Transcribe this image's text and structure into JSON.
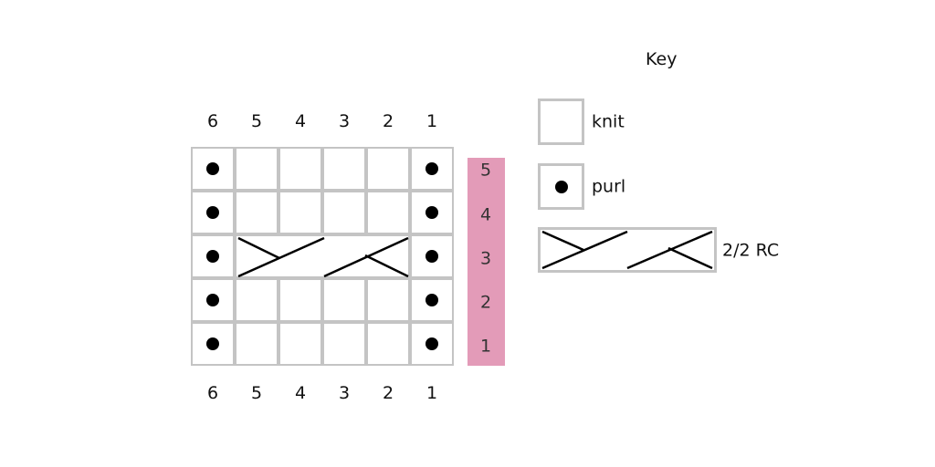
{
  "column_labels": [
    "6",
    "5",
    "4",
    "3",
    "2",
    "1"
  ],
  "row_labels": [
    "5",
    "4",
    "3",
    "2",
    "1"
  ],
  "row_bar_color": "#e39bb8",
  "grid_rows": [
    [
      "purl",
      "knit",
      "knit",
      "knit",
      "knit",
      "purl"
    ],
    [
      "purl",
      "knit",
      "knit",
      "knit",
      "knit",
      "purl"
    ],
    [
      "purl",
      "2/2 RC",
      "purl"
    ],
    [
      "purl",
      "knit",
      "knit",
      "knit",
      "knit",
      "purl"
    ],
    [
      "purl",
      "knit",
      "knit",
      "knit",
      "knit",
      "purl"
    ]
  ],
  "key": {
    "title": "Key",
    "knit": "knit",
    "purl": "purl",
    "cable": "2/2 RC"
  }
}
